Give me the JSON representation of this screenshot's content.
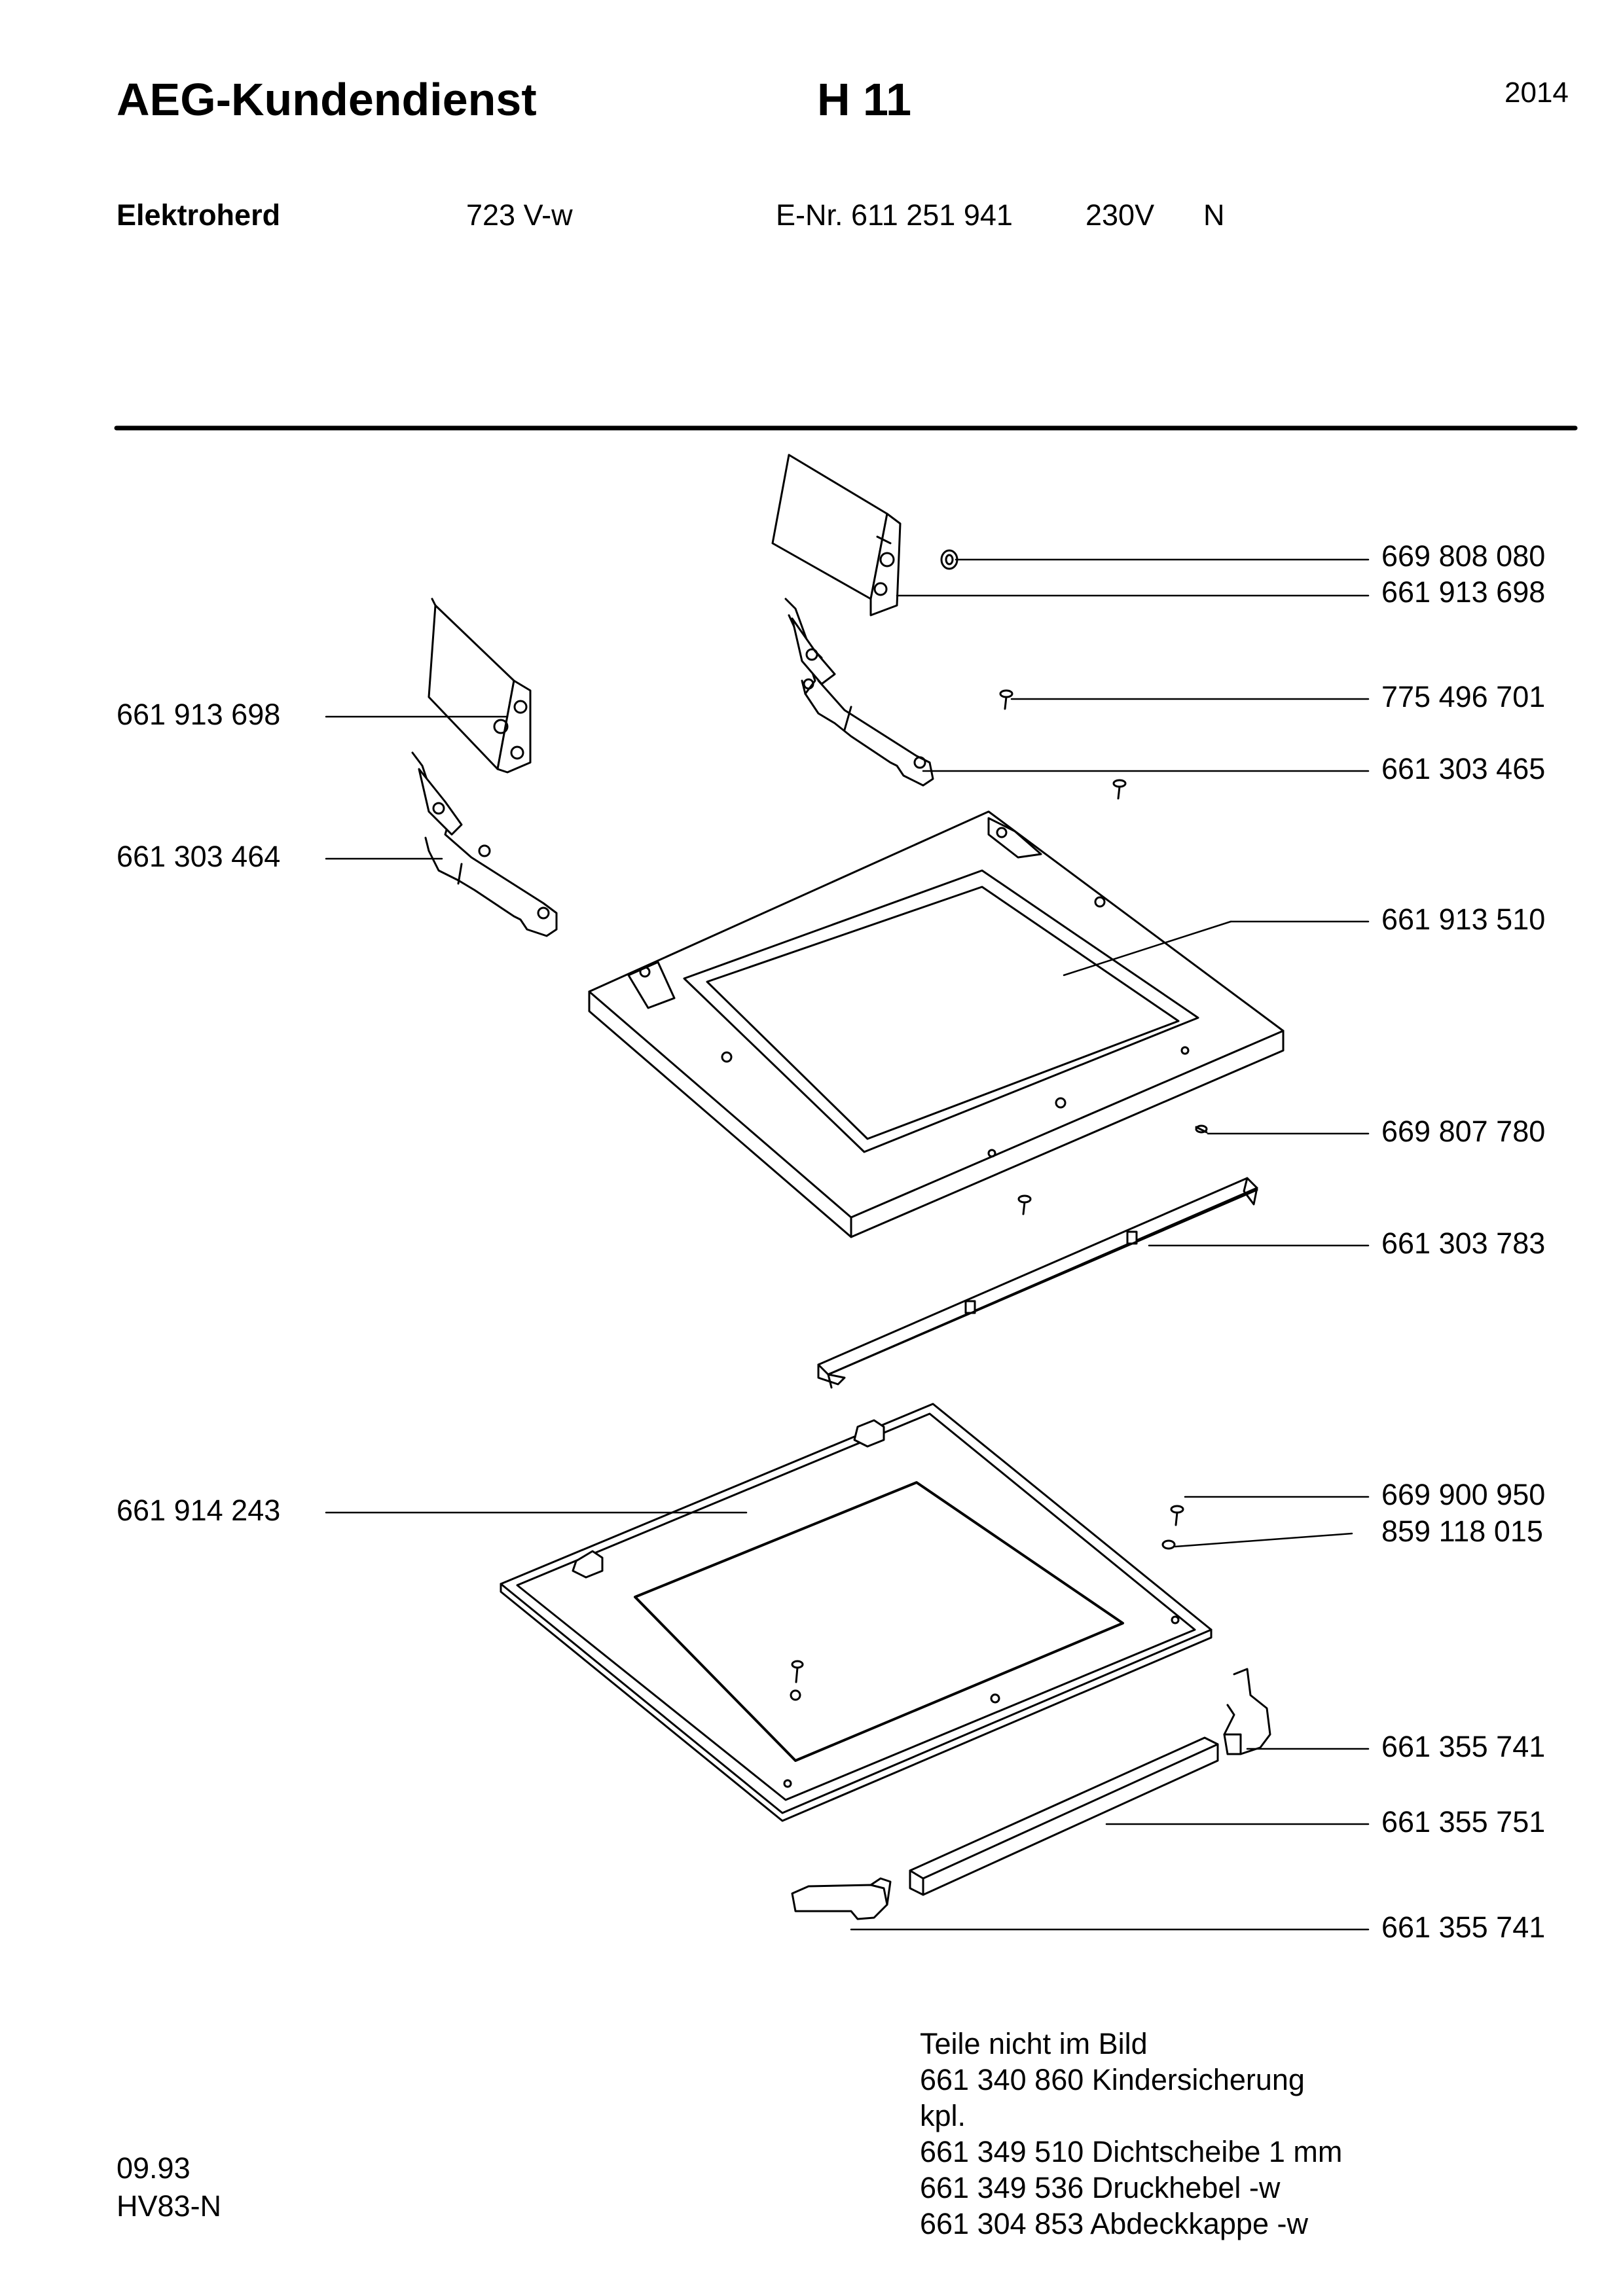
{
  "header": {
    "brand": "AEG-Kundendienst",
    "code": "H 11",
    "page_number": "2014"
  },
  "model_line": {
    "product": "Elektroherd",
    "model": "723 V-w",
    "enr": "E-Nr. 611 251 941",
    "voltage": "230V",
    "suffix": "N"
  },
  "parts": {
    "p669808080": "669 808 080",
    "p661913698_right": "661 913 698",
    "p775496701": "775 496 701",
    "p661303465": "661 303 465",
    "p661913510": "661 913 510",
    "p669807780": "669 807 780",
    "p661303783": "661 303 783",
    "p669900950": "669 900 950",
    "p859118015": "859 118 015",
    "p661355741_top": "661 355 741",
    "p661355751": "661 355 751",
    "p661355741_bottom": "661 355 741",
    "p661913698_left": "661 913 698",
    "p661303464": "661 303 464",
    "p661914243": "661 914 243"
  },
  "footer": {
    "date": "09.93",
    "ref": "HV83-N",
    "notes_title": "Teile nicht im Bild",
    "notes": [
      "661 340 860 Kindersicherung",
      "kpl.",
      "661 349 510 Dichtscheibe 1 mm",
      "661 349 536 Druckhebel -w",
      "661 304 853 Abdeckkappe -w"
    ]
  }
}
